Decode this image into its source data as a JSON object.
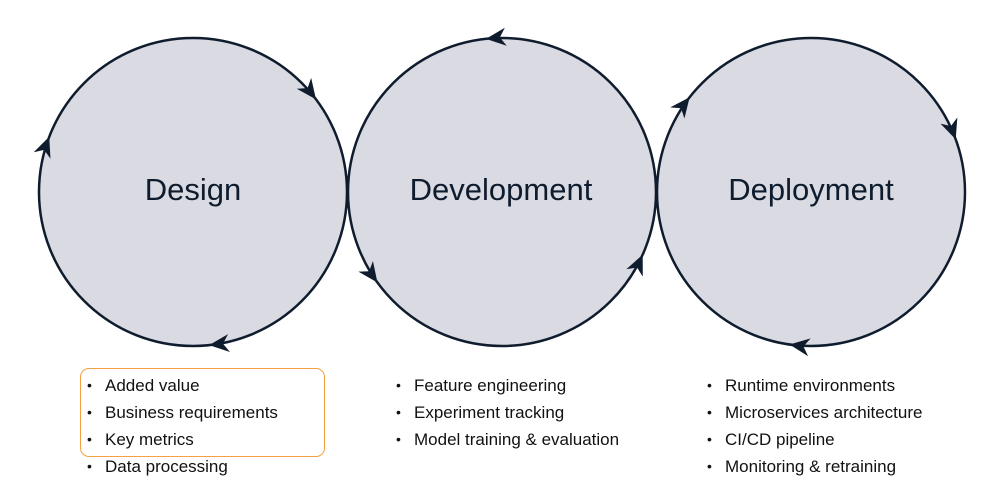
{
  "colors": {
    "circle_fill": "#d9dae2",
    "stroke": "#0f1c2e",
    "highlight": "#f5a042"
  },
  "phases": [
    {
      "label": "Design",
      "direction": "clockwise",
      "items": [
        "Added value",
        "Business requirements",
        "Key metrics",
        "Data processing"
      ],
      "highlighted_items": 3
    },
    {
      "label": "Development",
      "direction": "counterclockwise",
      "items": [
        "Feature engineering",
        "Experiment tracking",
        "Model training & evaluation"
      ]
    },
    {
      "label": "Deployment",
      "direction": "clockwise",
      "items": [
        "Runtime environments",
        "Microservices architecture",
        "CI/CD pipeline",
        "Monitoring & retraining"
      ]
    }
  ]
}
